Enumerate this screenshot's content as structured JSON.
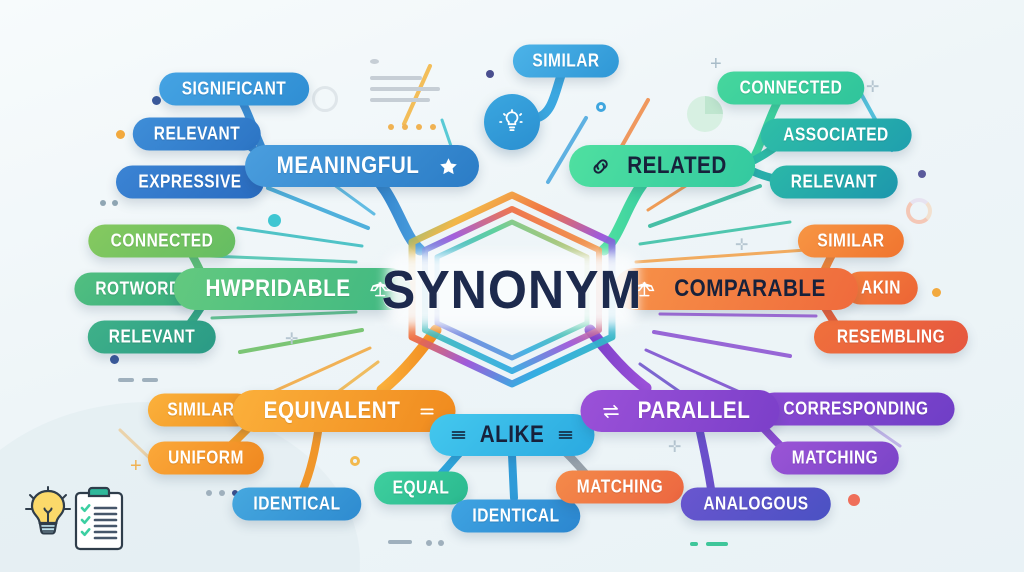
{
  "meta": {
    "title": "SYNONYM",
    "background_color": "#eef5f8",
    "center_text_color": "#1d2a4d"
  },
  "center": {
    "label": "SYNONYM"
  },
  "hub": {
    "icon": "lightbulb-icon",
    "attached_label": "SIMILAR",
    "color": "#2f97d6"
  },
  "branches": [
    {
      "id": "meaningful",
      "label": "MEANINGFUL",
      "icon": "star-icon",
      "icon_side": "right",
      "color_start": "#4a9ede",
      "color_end": "#2b7cc6",
      "text_color": "#ffffff",
      "children": [
        {
          "label": "SIGNIFICANT",
          "color_start": "#45a3e3",
          "color_end": "#2f8ed3"
        },
        {
          "label": "RELEVANT",
          "color_start": "#3f8ed8",
          "color_end": "#2c74c4"
        },
        {
          "label": "EXPRESSIVE",
          "color_start": "#3b84d4",
          "color_end": "#2a6cc0"
        }
      ]
    },
    {
      "id": "related",
      "label": "RELATED",
      "icon": "link-icon",
      "icon_side": "left",
      "color_start": "#4fe0a0",
      "color_end": "#33c9a0",
      "text_color": "#17213b",
      "children": [
        {
          "label": "CONNECTED",
          "color_start": "#46d79d",
          "color_end": "#2fc49c"
        },
        {
          "label": "ASSOCIATED",
          "color_start": "#2fbfa6",
          "color_end": "#1f9fae"
        },
        {
          "label": "RELEVANT",
          "color_start": "#2bb8a8",
          "color_end": "#1d97ad"
        }
      ]
    },
    {
      "id": "comparable-left",
      "label": "HWPRIDABLE",
      "icon": "scales-icon",
      "icon_side": "right",
      "color_start": "#63c97f",
      "color_end": "#3fb882",
      "text_color": "#ffffff",
      "children": [
        {
          "label": "CONNECTED",
          "color_start": "#86c95f",
          "color_end": "#64bd63"
        },
        {
          "label": "ROTWORD",
          "color_start": "#52bf80",
          "color_end": "#36ac7e"
        },
        {
          "label": "RELEVANT",
          "color_start": "#3fb189",
          "color_end": "#2a9a86"
        }
      ]
    },
    {
      "id": "comparable",
      "label": "COMPARABLE",
      "icon": "scales-icon",
      "icon_side": "left",
      "color_start": "#f79348",
      "color_end": "#ef6a3c",
      "text_color": "#2a1c18",
      "children": [
        {
          "label": "SIMILAR",
          "color_start": "#f79644",
          "color_end": "#f0742f"
        },
        {
          "label": "AKIN",
          "color_start": "#f4803d",
          "color_end": "#ec6435"
        },
        {
          "label": "RESEMBLING",
          "color_start": "#f0713c",
          "color_end": "#e5563f"
        }
      ]
    },
    {
      "id": "equivalent",
      "label": "EQUIVALENT",
      "icon": "equals-icon",
      "icon_side": "right",
      "color_start": "#fbb03b",
      "color_end": "#f08a1e",
      "text_color": "#ffffff",
      "children": [
        {
          "label": "SIMILAR",
          "color_start": "#fbb13c",
          "color_end": "#f09220"
        },
        {
          "label": "UNIFORM",
          "color_start": "#fba93a",
          "color_end": "#ef871f"
        },
        {
          "label": "IDENTICAL",
          "color_start": "#46a8df",
          "color_end": "#2e8bd0"
        }
      ]
    },
    {
      "id": "alike",
      "label": "ALIKE",
      "icon": "equal-bars-icon",
      "icon_side": "both",
      "color_start": "#44c8ee",
      "color_end": "#2aa9e0",
      "text_color": "#15304a",
      "children": [
        {
          "label": "EQUAL",
          "color_start": "#3fcf9e",
          "color_end": "#2ab98f"
        },
        {
          "label": "IDENTICAL",
          "color_start": "#3fa4e2",
          "color_end": "#2b86cf"
        },
        {
          "label": "MATCHING",
          "color_start": "#f48b4a",
          "color_end": "#ec6640"
        }
      ]
    },
    {
      "id": "parallel",
      "label": "PARALLEL",
      "icon": "swap-arrows-icon",
      "icon_side": "left",
      "color_start": "#9b51d8",
      "color_end": "#7b3fc9",
      "text_color": "#ffffff",
      "children": [
        {
          "label": "CORRESPONDING",
          "color_start": "#8c4ad3",
          "color_end": "#6f3ec6"
        },
        {
          "label": "MATCHING",
          "color_start": "#9b55d6",
          "color_end": "#7a44c8"
        },
        {
          "label": "ANALOGOUS",
          "color_start": "#6a56cf",
          "color_end": "#4a51c3"
        }
      ]
    }
  ],
  "decor": {
    "bottom_left_icons": [
      "lightbulb-icon",
      "checklist-clipboard-icon"
    ],
    "pie_icon": "pie-chart-icon",
    "text_lines_icon": "text-lines-icon"
  }
}
